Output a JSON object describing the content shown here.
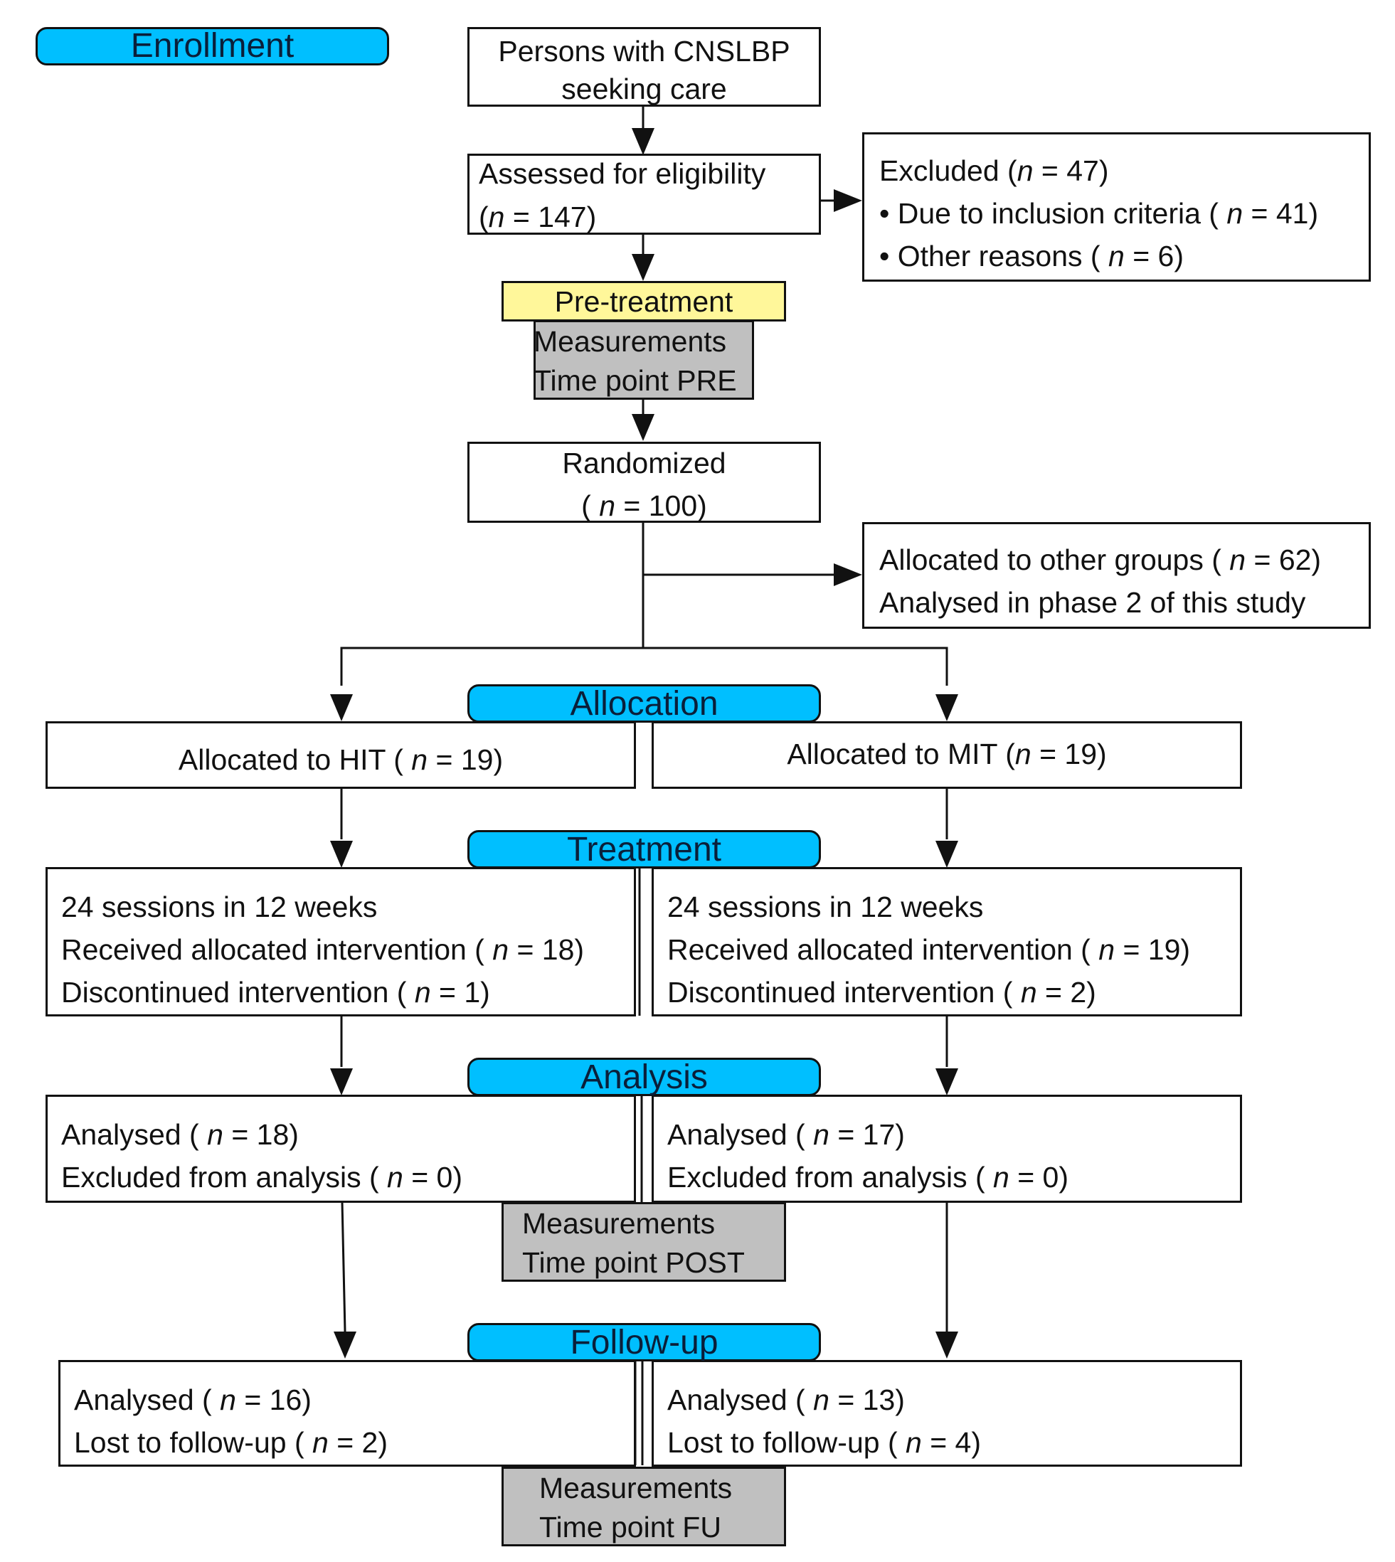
{
  "stages": {
    "enrollment": "Enrollment",
    "allocation": "Allocation",
    "treatment": "Treatment",
    "analysis": "Analysis",
    "followup": "Follow-up"
  },
  "enroll": {
    "persons_line1": "Persons with CNSLBP",
    "persons_line2": "seeking care",
    "assessed_line1": "Assessed for eligibility",
    "assessed_pre": "(",
    "assessed_n": "n",
    "assessed_post": " = 147)"
  },
  "excluded": {
    "title_pre": "Excluded (",
    "title_n": "n",
    "title_post": " = 47)",
    "item1_pre": "• Due to inclusion criteria ( ",
    "item1_n": "n",
    "item1_post": " = 41)",
    "item2_pre": "• Other reasons ( ",
    "item2_n": "n",
    "item2_post": " = 6)"
  },
  "pretreatment": {
    "label": "Pre-treatment",
    "meas_line1": "Measurements",
    "meas_line2": "Time point PRE"
  },
  "randomized": {
    "line1": "Randomized",
    "pre": "( ",
    "n": "n",
    "post": " = 100)"
  },
  "other_groups": {
    "line1_pre": "Allocated to other groups ( ",
    "line1_n": "n",
    "line1_post": " = 62)",
    "line2": "Analysed in phase 2 of this study"
  },
  "hit": {
    "alloc_pre": "Allocated to HIT ( ",
    "alloc_n": "n",
    "alloc_post": " = 19)",
    "sessions": "24 sessions in 12 weeks",
    "received_pre": "Received allocated intervention ( ",
    "received_n": "n",
    "received_post": " = 18)",
    "discont_pre": "Discontinued intervention ( ",
    "discont_n": "n",
    "discont_post": " = 1)",
    "analysed_pre": "Analysed ( ",
    "analysed_n": "n",
    "analysed_post": " = 18)",
    "excl_pre": "Excluded from analysis (  ",
    "excl_n": "n",
    "excl_post": " = 0)",
    "fu_analysed_pre": "Analysed ( ",
    "fu_analysed_n": "n",
    "fu_analysed_post": " = 16)",
    "fu_lost_pre": "Lost to follow-up (  ",
    "fu_lost_n": "n",
    "fu_lost_post": " = 2)"
  },
  "mit": {
    "alloc_pre": "Allocated to MIT (",
    "alloc_n": "n",
    "alloc_post": " = 19)",
    "sessions": "24 sessions in 12 weeks",
    "received_pre": "Received allocated intervention ( ",
    "received_n": "n",
    "received_post": " = 19)",
    "discont_pre": "Discontinued intervention ( ",
    "discont_n": "n",
    "discont_post": " = 2)",
    "analysed_pre": "Analysed ( ",
    "analysed_n": "n",
    "analysed_post": " = 17)",
    "excl_pre": "Excluded from analysis (  ",
    "excl_n": "n",
    "excl_post": " = 0)",
    "fu_analysed_pre": "Analysed ( ",
    "fu_analysed_n": "n",
    "fu_analysed_post": " = 13)",
    "fu_lost_pre": "Lost to follow-up (  ",
    "fu_lost_n": "n",
    "fu_lost_post": " = 4)"
  },
  "post_meas": {
    "line1": "Measurements",
    "line2": "Time point POST"
  },
  "fu_meas": {
    "line1": "Measurements",
    "line2": "Time point FU"
  },
  "colors": {
    "stage_fill": "#00bfff",
    "pretreatment_fill": "#fff79a",
    "measurement_fill": "#c0c0c0",
    "line": "#111111"
  }
}
